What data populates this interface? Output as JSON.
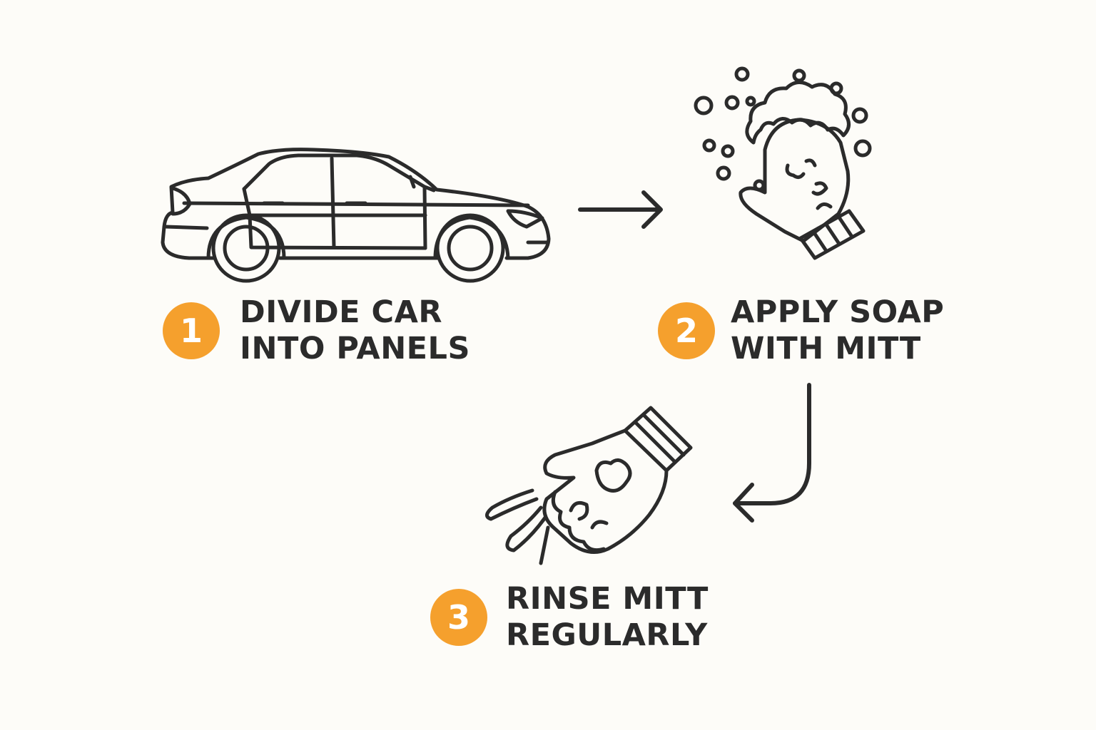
{
  "theme": {
    "background": "#fdfcf8",
    "ink": "#2b2b2b",
    "accent": "#f5a02d"
  },
  "steps": [
    {
      "number": "1",
      "line1": "DIVIDE CAR",
      "line2": "INTO PANELS",
      "icon": "car-icon"
    },
    {
      "number": "2",
      "line1": "APPLY SOAP",
      "line2": "WITH MITT",
      "icon": "soapy-mitt-icon"
    },
    {
      "number": "3",
      "line1": "RINSE MITT",
      "line2": "REGULARLY",
      "icon": "rinsing-mitt-icon"
    }
  ],
  "connectors": [
    "arrow-right-icon",
    "arrow-curve-down-left-icon"
  ]
}
